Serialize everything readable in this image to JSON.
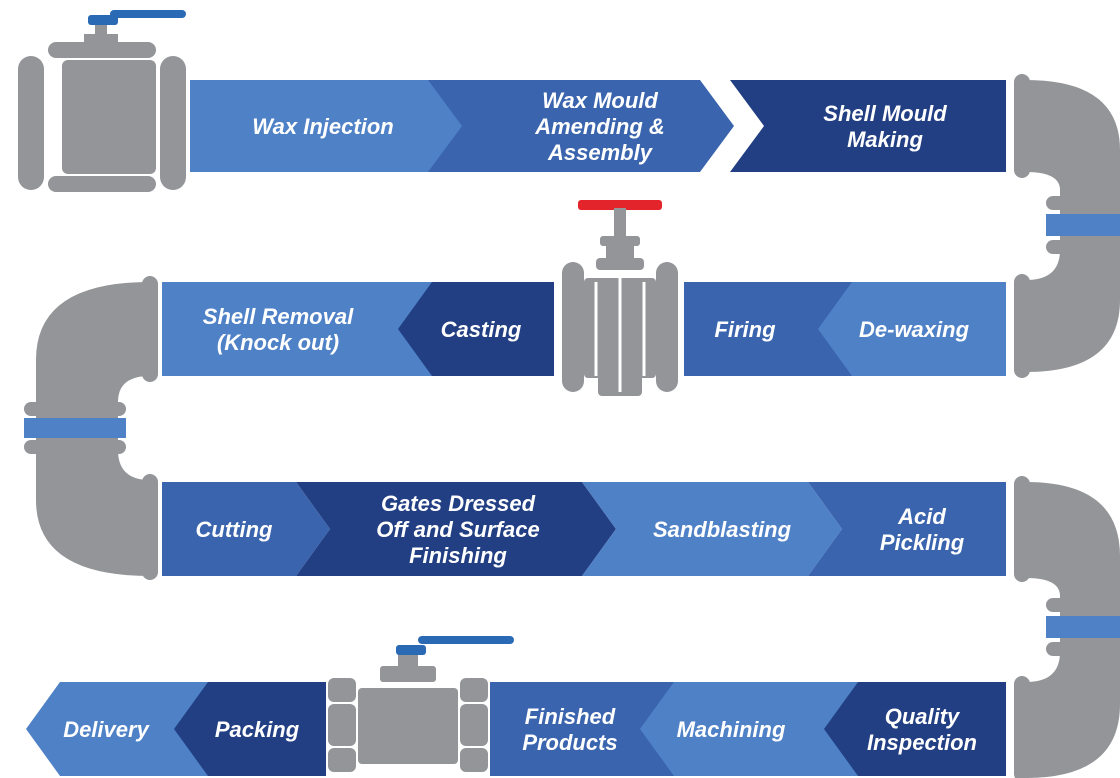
{
  "colors": {
    "pipe": "#939598",
    "light_blue": "#4f81c7",
    "medium_blue": "#3a65ae",
    "dark_blue": "#223f83",
    "valve_blue_handle": "#2a6ab5",
    "valve_red_handle": "#e4242b"
  },
  "steps": [
    {
      "lines": [
        "Wax Injection"
      ],
      "color": "light_blue"
    },
    {
      "lines": [
        "Wax Mould",
        "Amending &",
        "Assembly"
      ],
      "color": "medium_blue"
    },
    {
      "lines": [
        "Shell Mould",
        "Making"
      ],
      "color": "dark_blue"
    },
    {
      "lines": [
        "De-waxing"
      ],
      "color": "light_blue"
    },
    {
      "lines": [
        "Firing"
      ],
      "color": "medium_blue"
    },
    {
      "lines": [
        "Casting"
      ],
      "color": "dark_blue"
    },
    {
      "lines": [
        "Shell Removal",
        "(Knock out)"
      ],
      "color": "light_blue"
    },
    {
      "lines": [
        "Cutting"
      ],
      "color": "medium_blue"
    },
    {
      "lines": [
        "Gates Dressed",
        "Off and Surface",
        "Finishing"
      ],
      "color": "dark_blue"
    },
    {
      "lines": [
        "Sandblasting"
      ],
      "color": "light_blue"
    },
    {
      "lines": [
        "Acid",
        "Pickling"
      ],
      "color": "medium_blue"
    },
    {
      "lines": [
        "Quality",
        "Inspection"
      ],
      "color": "dark_blue"
    },
    {
      "lines": [
        "Machining"
      ],
      "color": "light_blue"
    },
    {
      "lines": [
        "Finished",
        "Products"
      ],
      "color": "medium_blue"
    },
    {
      "lines": [
        "Packing"
      ],
      "color": "dark_blue"
    },
    {
      "lines": [
        "Delivery"
      ],
      "color": "light_blue"
    }
  ],
  "valves": [
    {
      "icon": "ball-valve-icon",
      "handle_color": "valve_blue_handle"
    },
    {
      "icon": "gate-valve-icon",
      "handle_color": "valve_red_handle"
    },
    {
      "icon": "ball-valve-icon",
      "handle_color": "valve_blue_handle"
    }
  ]
}
